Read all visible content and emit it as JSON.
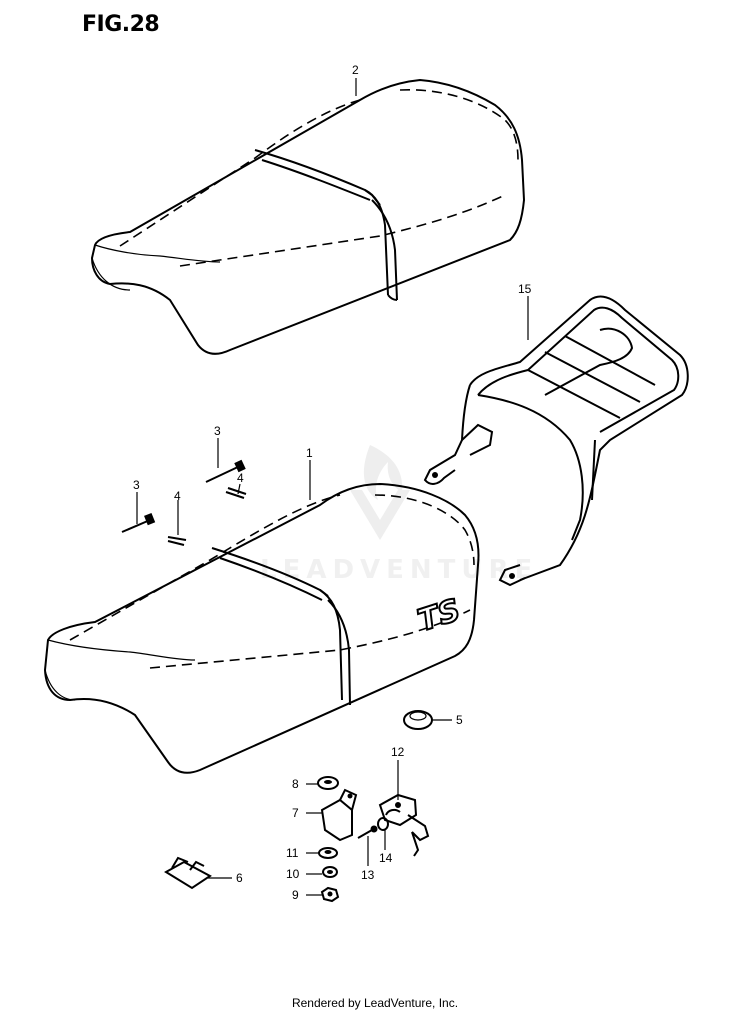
{
  "figure": {
    "title": "FIG.28"
  },
  "callouts": {
    "n1": "1",
    "n2": "2",
    "n3a": "3",
    "n3b": "3",
    "n4a": "4",
    "n4b": "4",
    "n5": "5",
    "n6": "6",
    "n7": "7",
    "n8": "8",
    "n9": "9",
    "n10": "10",
    "n11": "11",
    "n12": "12",
    "n13": "13",
    "n14": "14",
    "n15": "15"
  },
  "seat_emblem": "TS",
  "watermark_text": "LEADVENTURE",
  "footer": "Rendered by LeadVenture, Inc."
}
